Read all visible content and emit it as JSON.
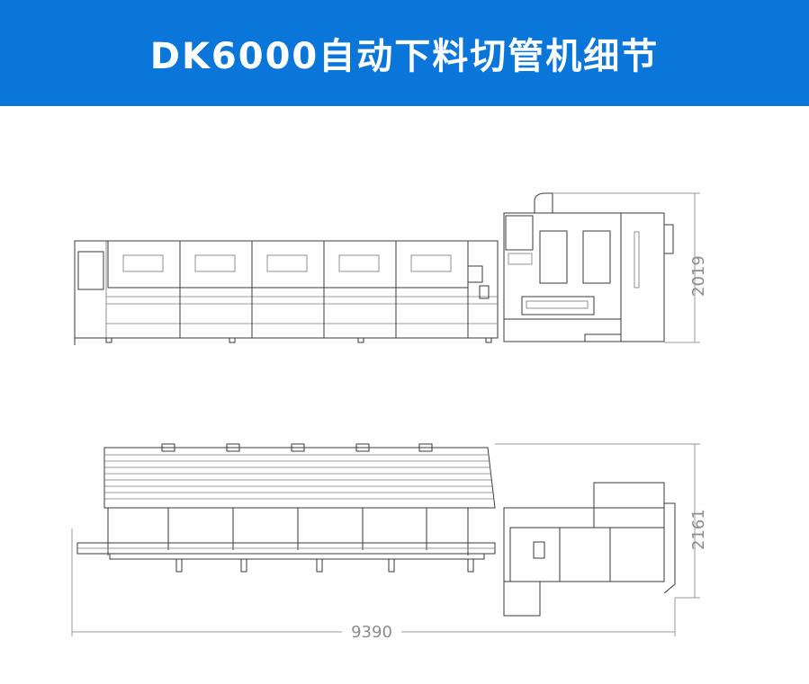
{
  "header": {
    "title": "DK6000自动下料切管机细节",
    "background": "#0a76d9"
  },
  "dimensions": {
    "height_front": "2019",
    "height_top": "2161",
    "length": "9390"
  }
}
